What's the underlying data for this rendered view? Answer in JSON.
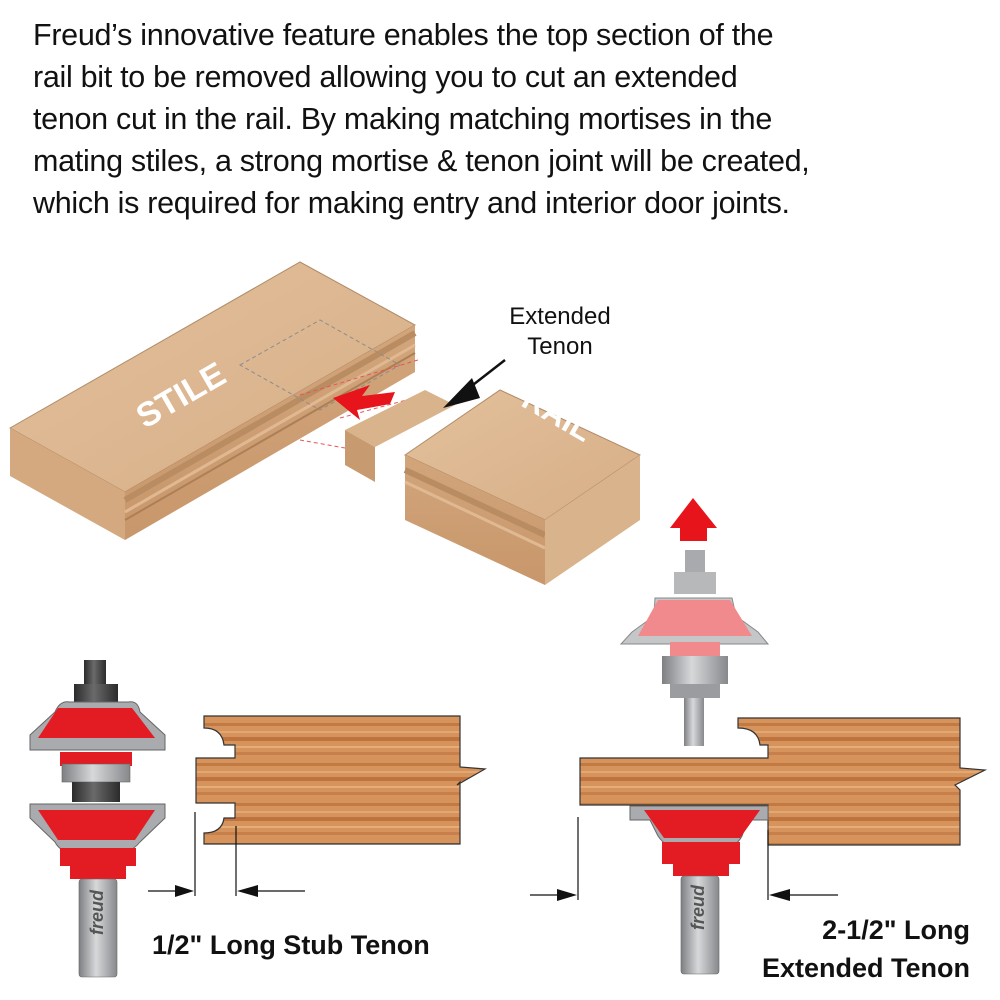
{
  "intro": {
    "lines": [
      "Freud’s innovative feature enables the top section of the",
      "rail bit to be removed allowing you to cut an extended",
      "tenon cut in the rail. By making matching mortises in the",
      "mating stiles, a strong mortise & tenon joint will be created,",
      "which is required for making entry and interior door joints."
    ]
  },
  "joint_diagram": {
    "stile_label": "STILE",
    "rail_label": "RAIL",
    "callout": {
      "line1": "Extended",
      "line2": "Tenon"
    }
  },
  "left_panel": {
    "brand": "freud",
    "dimension_label": "1/2\" Long Stub Tenon"
  },
  "right_panel": {
    "brand": "freud",
    "dimension_label_line1": "2-1/2\" Long",
    "dimension_label_line2": "Extended Tenon"
  },
  "colors": {
    "wood_light": "#dcb58e",
    "wood_grain": "#c8834f",
    "cutter_red": "#e31b23",
    "cutter_faded": "#f08a8d",
    "steel": "#a9abae",
    "arrow_red": "#e8141c"
  }
}
